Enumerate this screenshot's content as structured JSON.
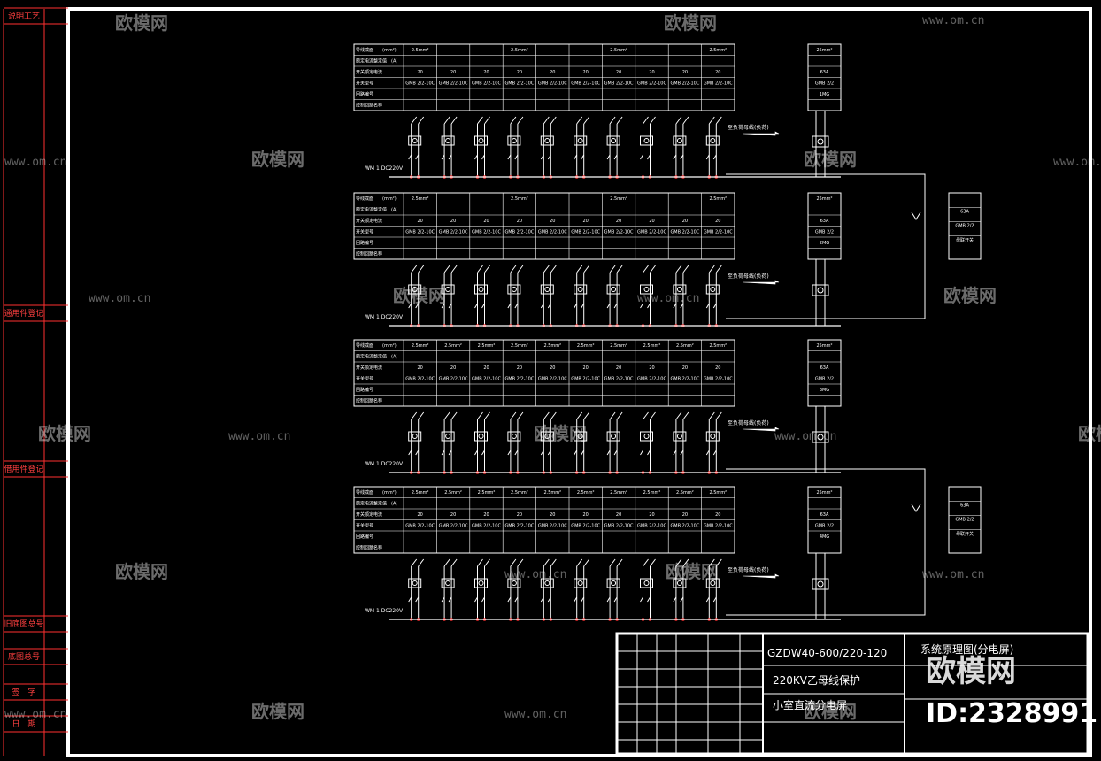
{
  "margin_labels": [
    "说明工艺",
    "通用件登记",
    "借用件登记",
    "旧底图总号",
    "底图总号",
    "签　字",
    "日　期"
  ],
  "panels": [
    {
      "bus_label": "WM 1 DC220V",
      "row_labels": [
        "导线截面　　(mm²)",
        "额定电流整定值　(A)",
        "开关额定电流",
        "开关型号",
        "回路编号",
        "控制回路名称"
      ],
      "incomer": [
        "25mm²",
        "63A",
        "GMB 2/2",
        "1MG"
      ],
      "note": "至负荷母线(负荷)"
    },
    {
      "bus_label": "WM 1 DC220V",
      "row_labels": [
        "导线截面　　(mm²)",
        "额定电流整定值　(A)",
        "开关额定电流",
        "开关型号",
        "回路编号",
        "控制回路名称"
      ],
      "incomer": [
        "25mm²",
        "63A",
        "GMB 2/2",
        "2MG"
      ],
      "side_box": [
        "63A",
        "GMB 2/2",
        "母联开关"
      ],
      "note": "至负荷母线(负荷)"
    },
    {
      "bus_label": "WM 1 DC220V",
      "row_labels": [
        "导线截面　　(mm²)",
        "额定电流整定值　(A)",
        "开关额定电流",
        "开关型号",
        "回路编号",
        "控制回路名称"
      ],
      "incomer": [
        "25mm²",
        "63A",
        "GMB 2/2",
        "3MG"
      ],
      "note": "至负荷母线(负荷)"
    },
    {
      "bus_label": "WM 1 DC220V",
      "row_labels": [
        "导线截面　　(mm²)",
        "额定电流整定值　(A)",
        "开关额定电流",
        "开关型号",
        "回路编号",
        "控制回路名称"
      ],
      "incomer": [
        "25mm²",
        "63A",
        "GMB 2/2",
        "4MG"
      ],
      "side_box": [
        "63A",
        "GMB 2/2",
        "母联开关"
      ],
      "note": "至负荷母线(负荷)"
    }
  ],
  "feeder_values": {
    "wire": "2.5mm²",
    "current": "20",
    "type": "GMB 2/2-10C"
  },
  "title_block": {
    "model": "GZDW40-600/220-120",
    "project": "220KV乙母线保护",
    "subtitle": "小室直流分电屏",
    "drawing_name": "系统原理图(分电屏)"
  },
  "watermark": {
    "brand": "欧模网",
    "url": "www.om.cn",
    "id": "ID:2328991"
  }
}
